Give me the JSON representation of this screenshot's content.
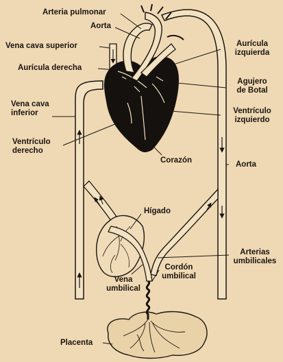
{
  "labels": {
    "arteria_pulmonar": "Arteria pulmonar",
    "aorta_top": "Aorta",
    "vena_cava_superior": "Vena cava superior",
    "auricula_derecha": "Aurícula derecha",
    "vena_cava_inferior": [
      "Vena cava",
      "inferior"
    ],
    "ventriculo_derecho": [
      "Ventrículo",
      "derecho"
    ],
    "auricula_izquierda": [
      "Aurícula",
      "izquierda"
    ],
    "agujero_botal": [
      "Agujero",
      "de Botal"
    ],
    "ventriculo_izquierdo": [
      "Ventrículo",
      "izquierdo"
    ],
    "corazon": "Corazón",
    "aorta_right": "Aorta",
    "higado": "Hígado",
    "arterias_umbilicales": [
      "Arterias",
      "umbilicales"
    ],
    "vena_umbilical": [
      "Vena",
      "umbilical"
    ],
    "cordon_umbilical": [
      "Cordón",
      "umbilical"
    ],
    "placenta": "Placenta"
  },
  "colors": {
    "paper": "#efd9b4",
    "ink": "#1a1410",
    "heart_fill": "#15110e",
    "vessel_fill": "#f3e2c2"
  }
}
